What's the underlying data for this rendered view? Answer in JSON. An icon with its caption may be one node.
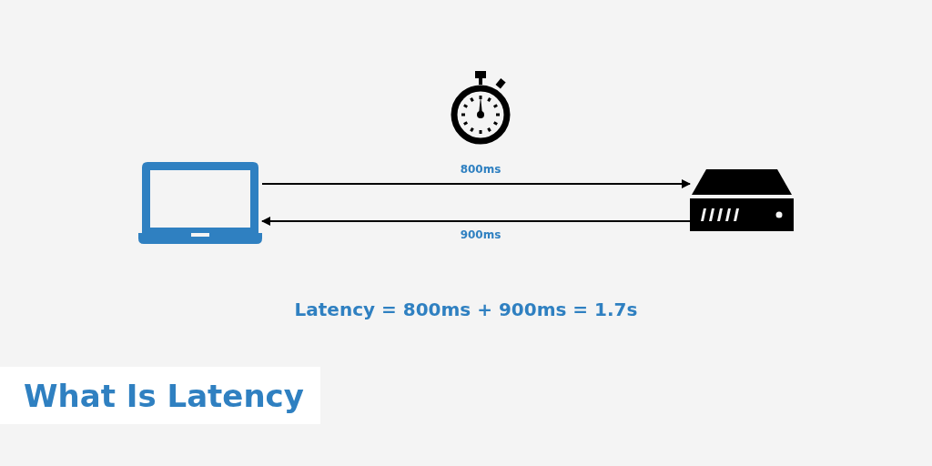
{
  "diagram": {
    "title": "What Is Latency",
    "nodes": [
      {
        "text": [],
        "shape": "picture"
      },
      {
        "text": [],
        "shape": "picture"
      }
    ],
    "edges": [
      {
        "from": 0,
        "to": 1,
        "arrow": "to",
        "label": "800ms"
      },
      {
        "from": 1,
        "to": 0,
        "arrow": "to",
        "label": "900ms"
      }
    ],
    "labels": [
      "Latency = 800ms + 900ms = 1.7s"
    ]
  }
}
